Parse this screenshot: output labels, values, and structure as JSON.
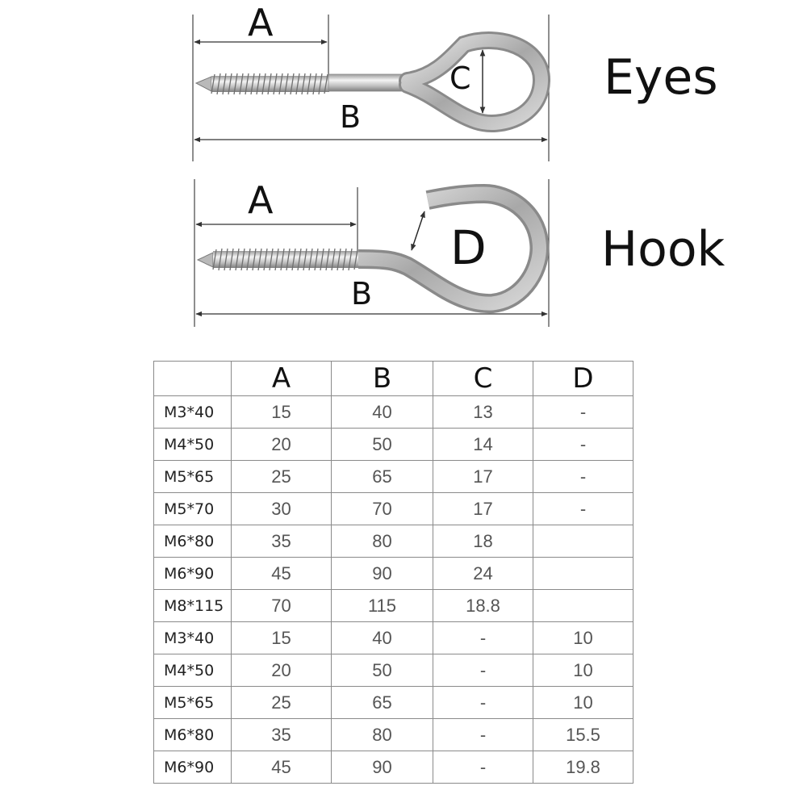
{
  "figure": {
    "eye": {
      "label": "Eyes",
      "dim_a": "A",
      "dim_b": "B",
      "dim_c": "C"
    },
    "hook": {
      "label": "Hook",
      "dim_a": "A",
      "dim_b": "B",
      "dim_d": "D"
    },
    "colors": {
      "metal_light": "#f2f2f2",
      "metal_mid": "#c8c8c8",
      "metal_dark": "#8c8c8c",
      "line": "#333333"
    }
  },
  "table": {
    "headers": [
      "",
      "A",
      "B",
      "C",
      "D"
    ],
    "rows": [
      [
        "M3*40",
        "15",
        "40",
        "13",
        "-"
      ],
      [
        "M4*50",
        "20",
        "50",
        "14",
        "-"
      ],
      [
        "M5*65",
        "25",
        "65",
        "17",
        "-"
      ],
      [
        "M5*70",
        "30",
        "70",
        "17",
        "-"
      ],
      [
        "M6*80",
        "35",
        "80",
        "18",
        ""
      ],
      [
        "M6*90",
        "45",
        "90",
        "24",
        ""
      ],
      [
        "M8*115",
        "70",
        "115",
        "18.8",
        ""
      ],
      [
        "M3*40",
        "15",
        "40",
        "-",
        "10"
      ],
      [
        "M4*50",
        "20",
        "50",
        "-",
        "10"
      ],
      [
        "M5*65",
        "25",
        "65",
        "-",
        "10"
      ],
      [
        "M6*80",
        "35",
        "80",
        "-",
        "15.5"
      ],
      [
        "M6*90",
        "45",
        "90",
        "-",
        "19.8"
      ]
    ]
  }
}
